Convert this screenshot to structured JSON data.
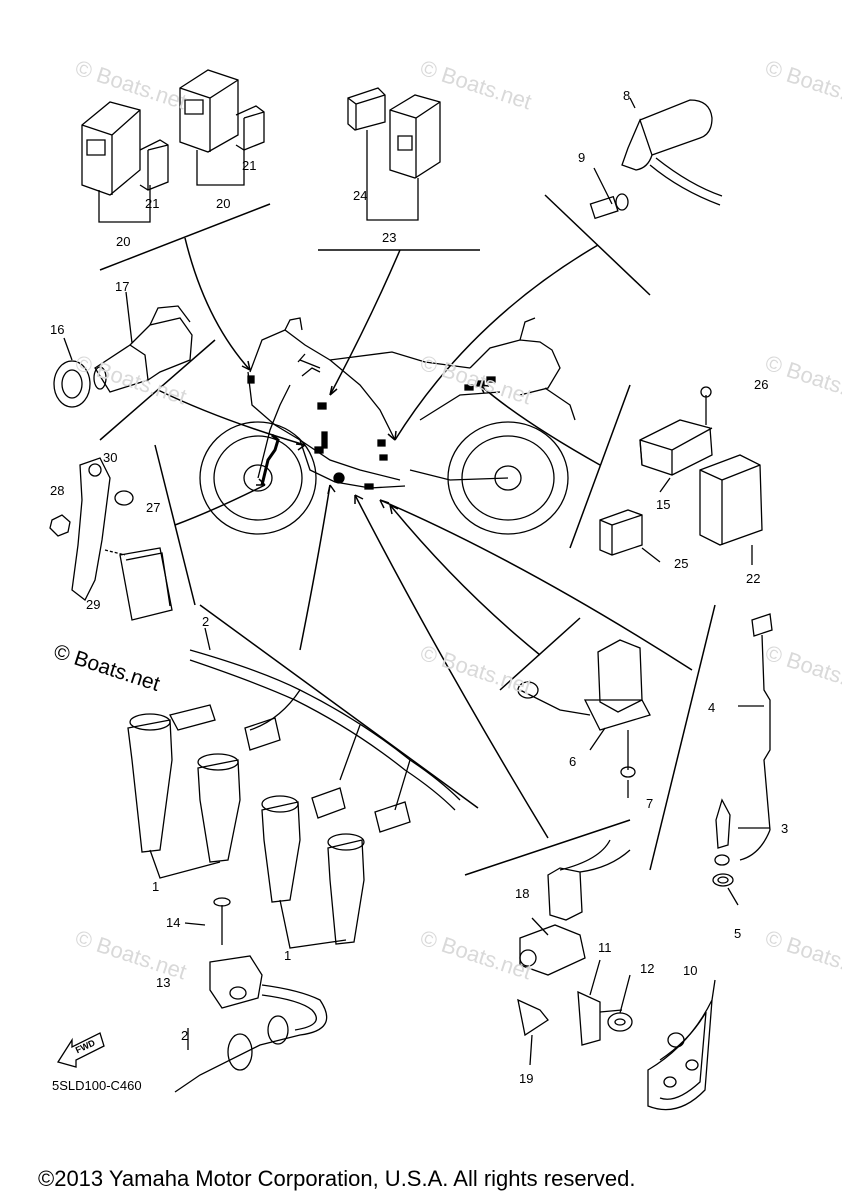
{
  "watermark": "© Boats.net",
  "drawing_code": "5SLD100-C460",
  "copyright": "©2013 Yamaha Motor Corporation, U.S.A. All rights reserved.",
  "fwd_label": "FWD",
  "part_numbers": {
    "p1": "1",
    "p2": "2",
    "p3": "3",
    "p4": "4",
    "p5": "5",
    "p6": "6",
    "p7": "7",
    "p8": "8",
    "p9": "9",
    "p10": "10",
    "p11": "11",
    "p12": "12",
    "p13": "13",
    "p14": "14",
    "p15": "15",
    "p16": "16",
    "p17": "17",
    "p18": "18",
    "p19": "19",
    "p20": "20",
    "p21": "21",
    "p22": "22",
    "p23": "23",
    "p24": "24",
    "p25": "25",
    "p26": "26",
    "p27": "27",
    "p28": "28",
    "p29": "29",
    "p30": "30"
  }
}
